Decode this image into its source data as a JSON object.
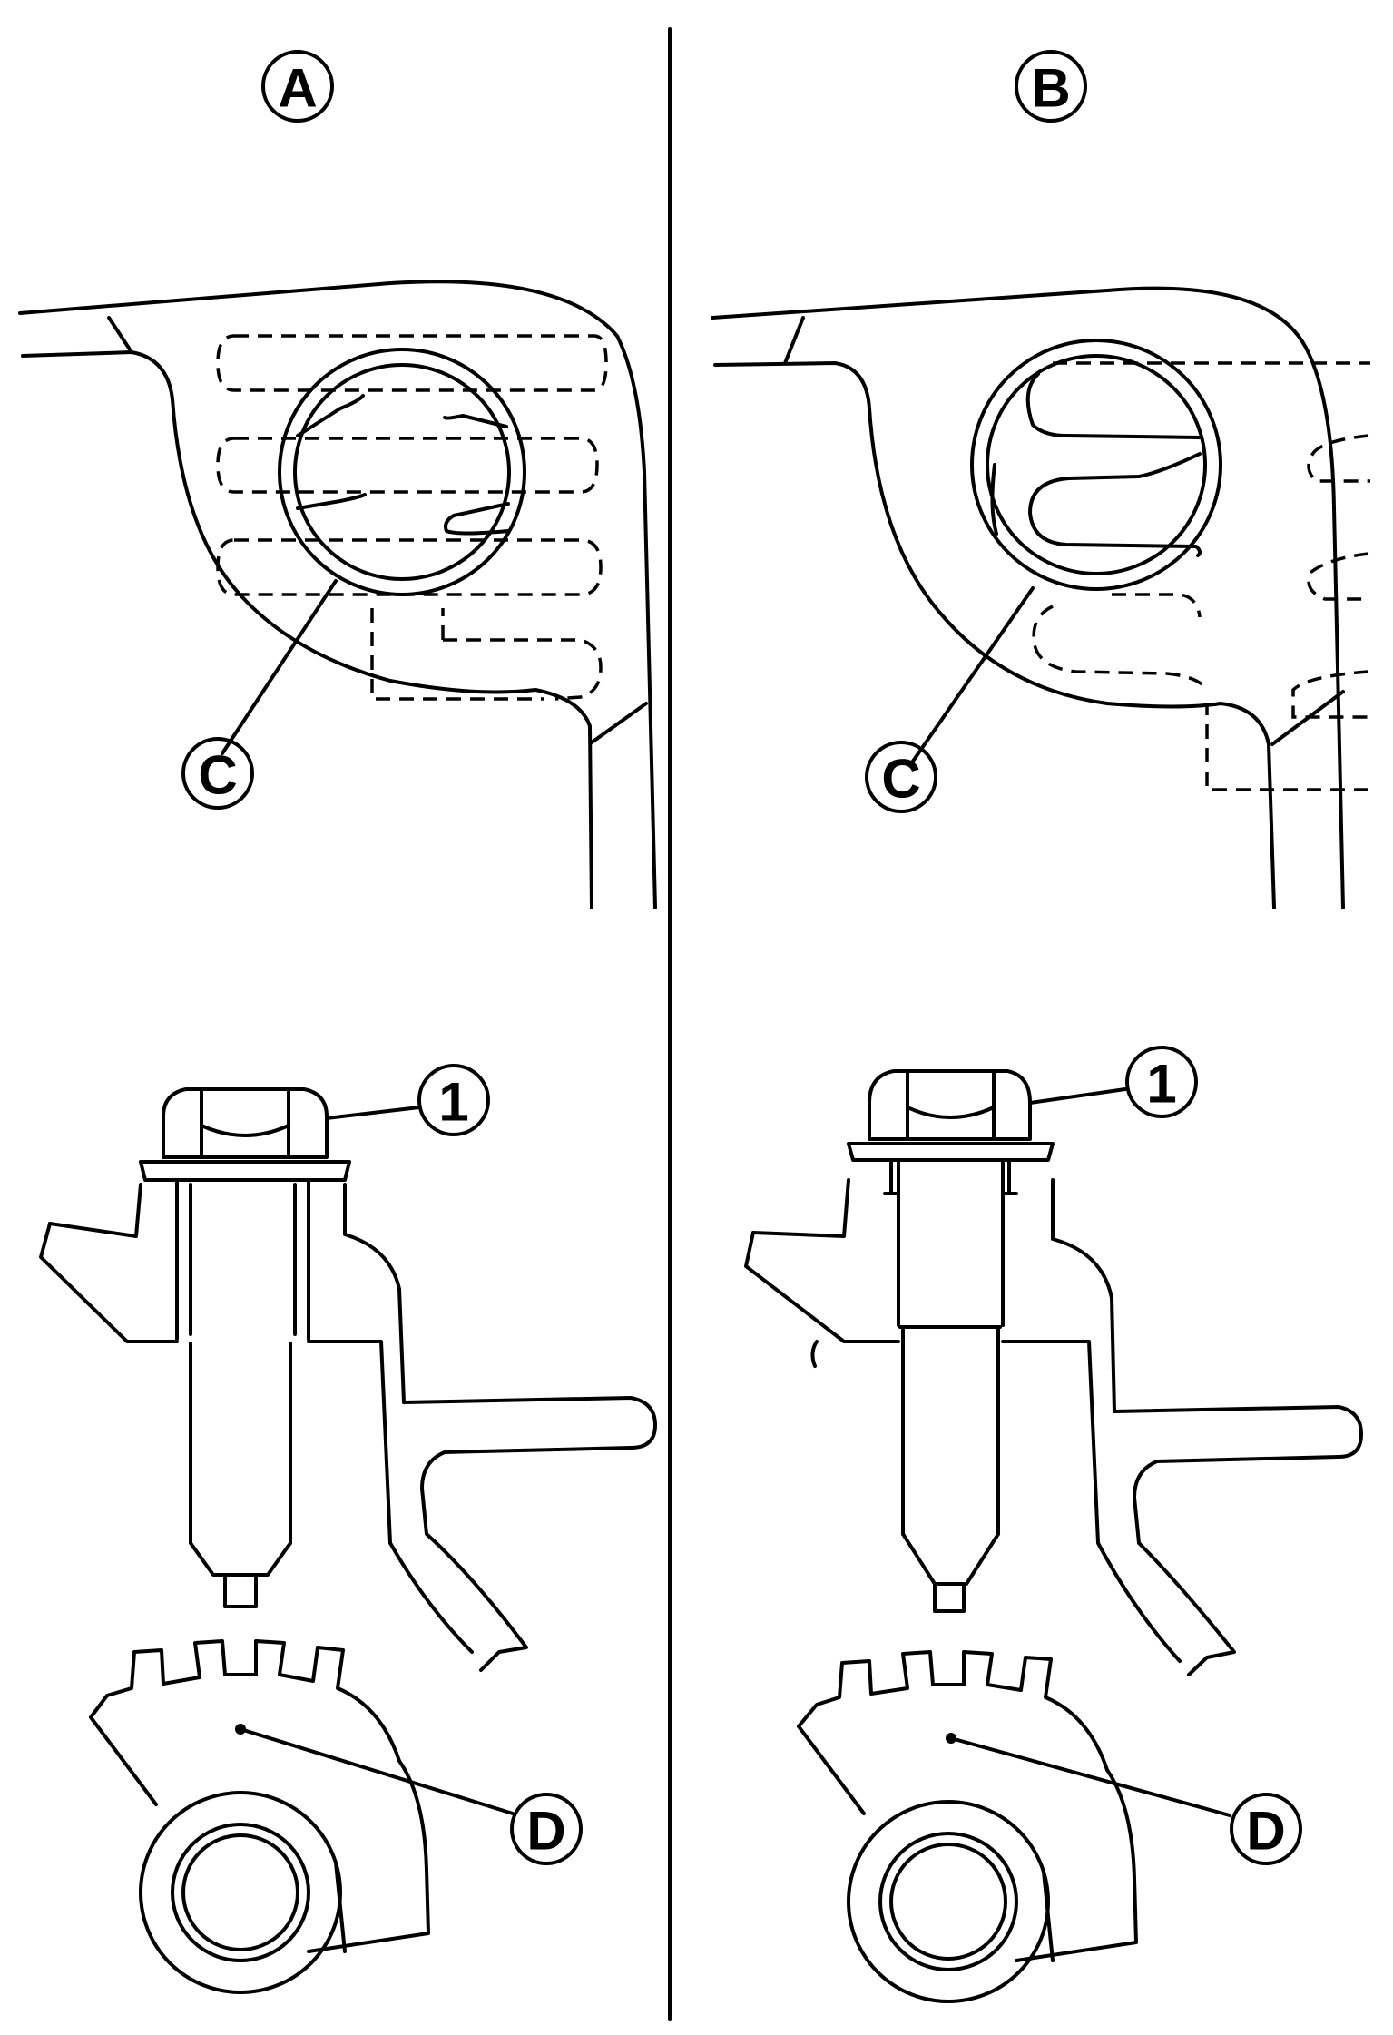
{
  "panels": [
    {
      "id": "A",
      "label": "A",
      "callout_c": "C",
      "callout_bolt": "1",
      "callout_d": "D"
    },
    {
      "id": "B",
      "label": "B",
      "callout_c": "C",
      "callout_bolt": "1",
      "callout_d": "D"
    }
  ],
  "colors": {
    "ink": "#000000",
    "paper": "#ffffff"
  }
}
